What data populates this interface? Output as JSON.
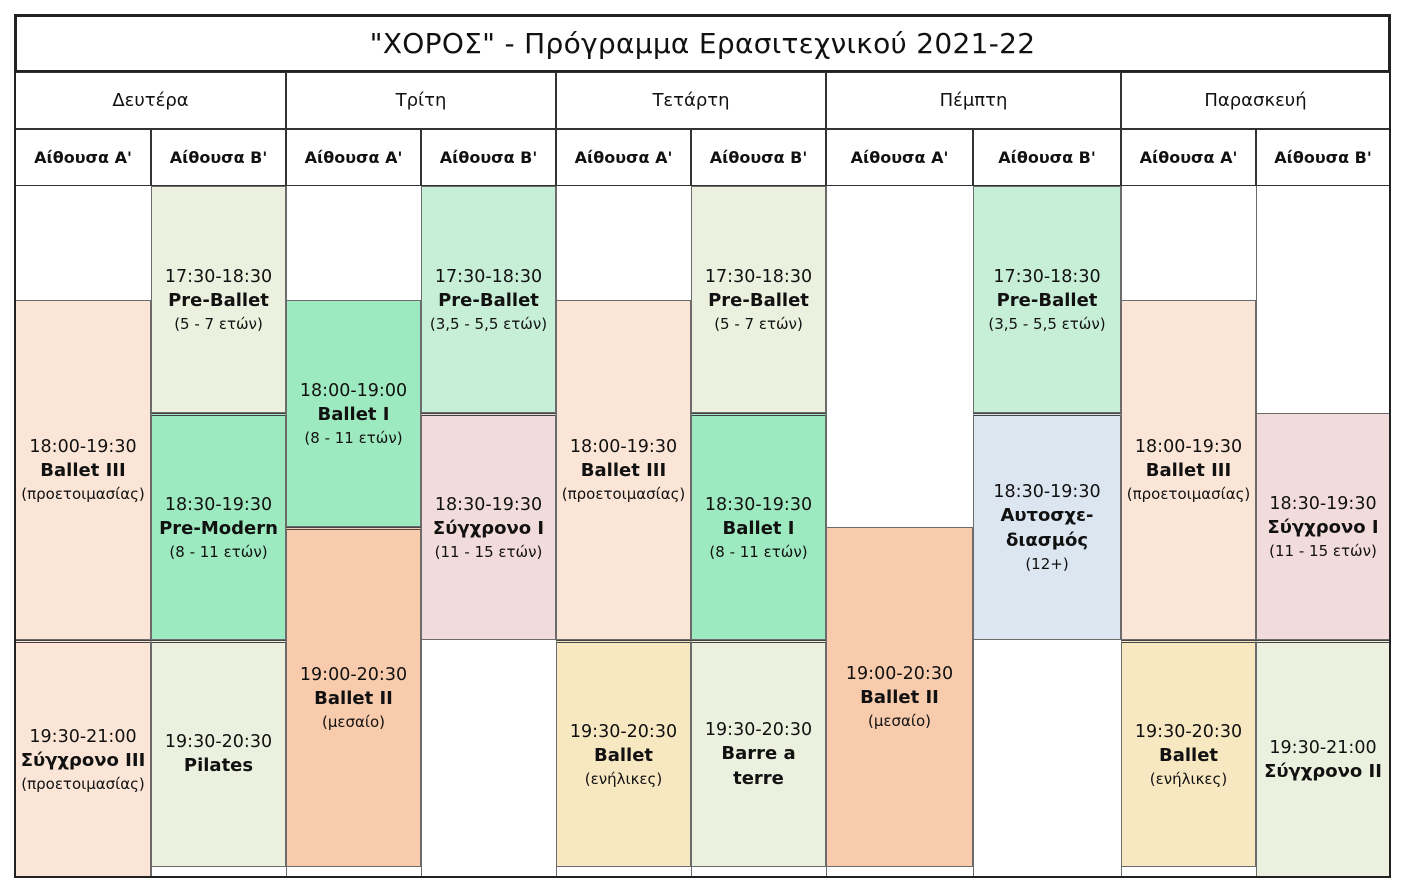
{
  "title": "\"ΧΟΡΟΣ\"  -  Πρόγραμμα Ερασιτεχνικού 2021-22",
  "days": [
    "Δευτέρα",
    "Τρίτη",
    "Τετάρτη",
    "Πέμπτη",
    "Παρασκευή"
  ],
  "rooms": [
    "Αίθουσα Α'",
    "Αίθουσα Β'"
  ],
  "colors": {
    "peach": "#FBE5D6",
    "pale_green": "#EBF1DE",
    "mint": "#C7EFD7",
    "bright_green": "#9EEAC0",
    "pink": "#F2DCDB",
    "orange": "#F8CBAD",
    "yellow": "#F8E8C2",
    "blue": "#DCE6F1"
  },
  "classes": [
    {
      "day": "Δευτέρα",
      "room": "Αίθουσα Α'",
      "time": "18:00-19:30",
      "name": "Ballet III",
      "age": "(προετοιμασίας)",
      "color": "peach"
    },
    {
      "day": "Δευτέρα",
      "room": "Αίθουσα Α'",
      "time": "19:30-21:00",
      "name": "Σύγχρονο III",
      "age": "(προετοιμασίας)",
      "color": "peach"
    },
    {
      "day": "Δευτέρα",
      "room": "Αίθουσα Β'",
      "time": "17:30-18:30",
      "name": "Pre-Ballet",
      "age": "(5 - 7 ετών)",
      "color": "pale_green"
    },
    {
      "day": "Δευτέρα",
      "room": "Αίθουσα Β'",
      "time": "18:30-19:30",
      "name": "Pre-Modern",
      "age": "(8 - 11 ετών)",
      "color": "bright_green"
    },
    {
      "day": "Δευτέρα",
      "room": "Αίθουσα Β'",
      "time": "19:30-20:30",
      "name": "Pilates",
      "age": "",
      "color": "pale_green"
    },
    {
      "day": "Τρίτη",
      "room": "Αίθουσα Α'",
      "time": "18:00-19:00",
      "name": "Ballet I",
      "age": "(8 - 11 ετών)",
      "color": "bright_green"
    },
    {
      "day": "Τρίτη",
      "room": "Αίθουσα Α'",
      "time": "19:00-20:30",
      "name": "Ballet II",
      "age": "(μεσαίο)",
      "color": "orange"
    },
    {
      "day": "Τρίτη",
      "room": "Αίθουσα Β'",
      "time": "17:30-18:30",
      "name": "Pre-Ballet",
      "age": "(3,5 - 5,5 ετών)",
      "color": "mint"
    },
    {
      "day": "Τρίτη",
      "room": "Αίθουσα Β'",
      "time": "18:30-19:30",
      "name": "Σύγχρονο I",
      "age": "(11 - 15 ετών)",
      "color": "pink"
    },
    {
      "day": "Τετάρτη",
      "room": "Αίθουσα Α'",
      "time": "18:00-19:30",
      "name": "Ballet III",
      "age": "(προετοιμασίας)",
      "color": "peach"
    },
    {
      "day": "Τετάρτη",
      "room": "Αίθουσα Α'",
      "time": "19:30-20:30",
      "name": "Ballet",
      "age": "(ενήλικες)",
      "color": "yellow"
    },
    {
      "day": "Τετάρτη",
      "room": "Αίθουσα Β'",
      "time": "17:30-18:30",
      "name": "Pre-Ballet",
      "age": "(5 - 7 ετών)",
      "color": "pale_green"
    },
    {
      "day": "Τετάρτη",
      "room": "Αίθουσα Β'",
      "time": "18:30-19:30",
      "name": "Ballet I",
      "age": "(8 - 11 ετών)",
      "color": "bright_green"
    },
    {
      "day": "Τετάρτη",
      "room": "Αίθουσα Β'",
      "time": "19:30-20:30",
      "name": "Barre a terre",
      "age": "",
      "color": "pale_green"
    },
    {
      "day": "Πέμπτη",
      "room": "Αίθουσα Α'",
      "time": "19:00-20:30",
      "name": "Ballet II",
      "age": "(μεσαίο)",
      "color": "orange"
    },
    {
      "day": "Πέμπτη",
      "room": "Αίθουσα Β'",
      "time": "17:30-18:30",
      "name": "Pre-Ballet",
      "age": "(3,5 - 5,5 ετών)",
      "color": "mint"
    },
    {
      "day": "Πέμπτη",
      "room": "Αίθουσα Β'",
      "time": "18:30-19:30",
      "name": "Αυτοσχε-\nδιασμός",
      "age": "(12+)",
      "color": "blue"
    },
    {
      "day": "Παρασκευή",
      "room": "Αίθουσα Α'",
      "time": "18:00-19:30",
      "name": "Ballet III",
      "age": "(προετοιμασίας)",
      "color": "peach"
    },
    {
      "day": "Παρασκευή",
      "room": "Αίθουσα Α'",
      "time": "19:30-20:30",
      "name": "Ballet",
      "age": "(ενήλικες)",
      "color": "yellow"
    },
    {
      "day": "Παρασκευή",
      "room": "Αίθουσα Β'",
      "time": "18:30-19:30",
      "name": "Σύγχρονο I",
      "age": "(11 - 15 ετών)",
      "color": "pink"
    },
    {
      "day": "Παρασκευή",
      "room": "Αίθουσα Β'",
      "time": "19:30-21:00",
      "name": "Σύγχρονο II",
      "age": "",
      "color": "pale_green"
    }
  ]
}
